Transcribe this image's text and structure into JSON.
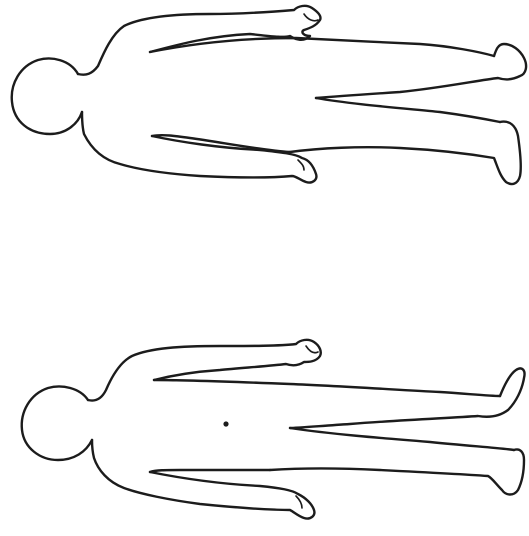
{
  "figures": [
    {
      "view": "back",
      "icon": "body-outline-back"
    },
    {
      "view": "front",
      "icon": "body-outline-front"
    }
  ],
  "colors": {
    "background": "#ffffff",
    "ink": "#1c1c1c"
  }
}
